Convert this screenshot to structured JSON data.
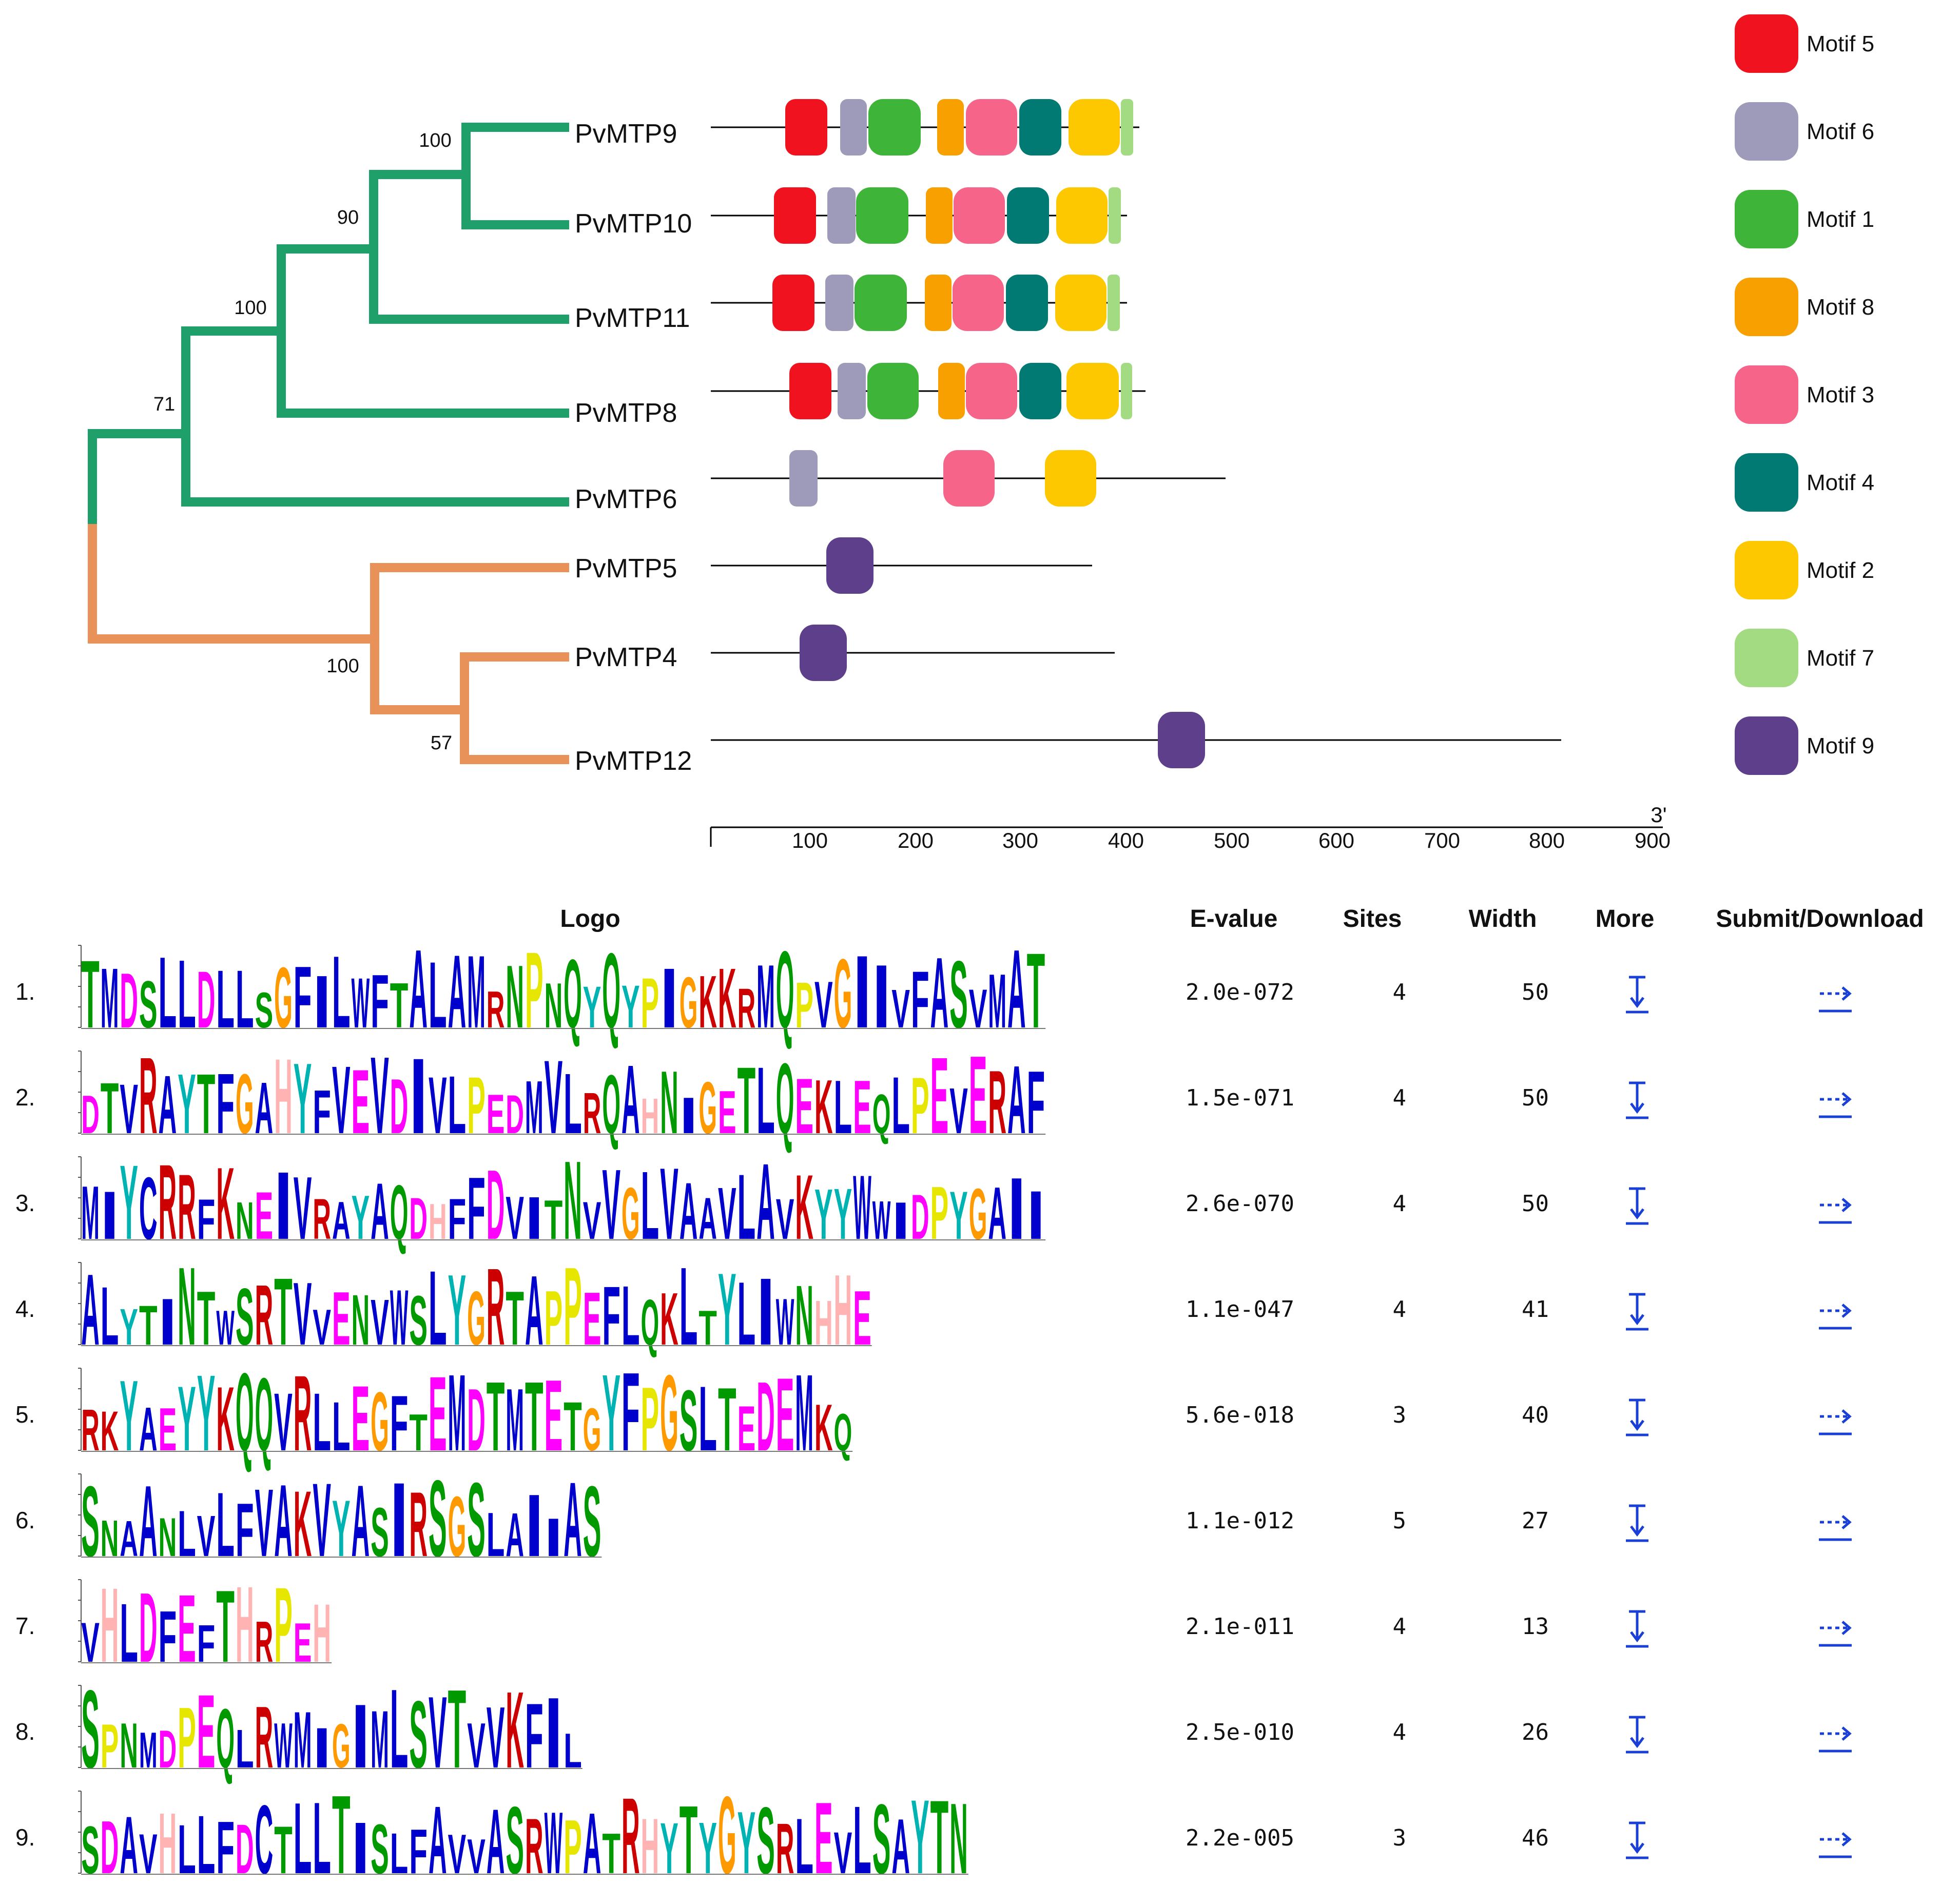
{
  "tree": {
    "clade_colors": {
      "green": "#1fa06b",
      "orange": "#e8925a"
    },
    "genes": [
      "PvMTP9",
      "PvMTP10",
      "PvMTP11",
      "PvMTP8",
      "PvMTP6",
      "PvMTP5",
      "PvMTP4",
      "PvMTP12"
    ],
    "bootstrap": [
      "100",
      "90",
      "100",
      "71",
      "100",
      "57"
    ]
  },
  "legend": [
    {
      "label": "Motif 5",
      "color": "#f0121f"
    },
    {
      "label": "Motif 6",
      "color": "#9d9aba"
    },
    {
      "label": "Motif 1",
      "color": "#3eb539"
    },
    {
      "label": "Motif 8",
      "color": "#f7a000"
    },
    {
      "label": "Motif 3",
      "color": "#f7648a"
    },
    {
      "label": "Motif 4",
      "color": "#007a72"
    },
    {
      "label": "Motif 2",
      "color": "#fdc800"
    },
    {
      "label": "Motif 7",
      "color": "#a2db82"
    },
    {
      "label": "Motif 9",
      "color": "#5e3f8b"
    }
  ],
  "axis": {
    "ticks": [
      "100",
      "200",
      "300",
      "400",
      "500",
      "600",
      "700",
      "800",
      "900"
    ],
    "end_label": "3'"
  },
  "table": {
    "headers": {
      "logo": "Logo",
      "evalue": "E-value",
      "sites": "Sites",
      "width": "Width",
      "more": "More",
      "submit": "Submit/Download"
    },
    "rows": [
      {
        "num": "1.",
        "seq": "TMDSLLDLLSGFILWFTALAMRNPNQYQYPIGKKRMQPVGIIVFASVMAT",
        "evalue": "2.0e-072",
        "sites": "4",
        "width": "50"
      },
      {
        "num": "2.",
        "seq": "DTVRAYTFGAHYFVEVDIVLPEDMVLRQAHNIGETLQEKLEQLPEVERAF",
        "evalue": "1.5e-071",
        "sites": "4",
        "width": "50"
      },
      {
        "num": "3.",
        "seq": "MIYCRRFKNEIVRAYAQDHFFDVITNVVGLVAAVLAVKYYWWIDPYGAII",
        "evalue": "2.6e-070",
        "sites": "4",
        "width": "50"
      },
      {
        "num": "4.",
        "seq": "ALYTINTWSRTVVENVWSLYGRTAPPEFLQKLTYLIWNHHE",
        "evalue": "1.1e-047",
        "sites": "4",
        "width": "41"
      },
      {
        "num": "5.",
        "seq": "RKYAEYYKQQVRLLEGFTEMDTMTETGYFPGSLTEDEMKQ",
        "evalue": "5.6e-018",
        "sites": "3",
        "width": "40"
      },
      {
        "num": "6.",
        "seq": "SNAANLVLFVAKVYASIRSGSLAIIAS",
        "evalue": "1.1e-012",
        "sites": "5",
        "width": "27"
      },
      {
        "num": "7.",
        "seq": "VHLDFEFTHRPEH",
        "evalue": "2.1e-011",
        "sites": "4",
        "width": "13"
      },
      {
        "num": "8.",
        "seq": "SPNMDPEQLRWMIGIMLSVTVVKFIL",
        "evalue": "2.5e-010",
        "sites": "4",
        "width": "26"
      },
      {
        "num": "9.",
        "seq": "SDAVHLLFDCTLLTISLFAVVASRWPATRHYTYGYSRLEVLSAYTN",
        "evalue": "2.2e-005",
        "sites": "3",
        "width": "46"
      }
    ]
  }
}
